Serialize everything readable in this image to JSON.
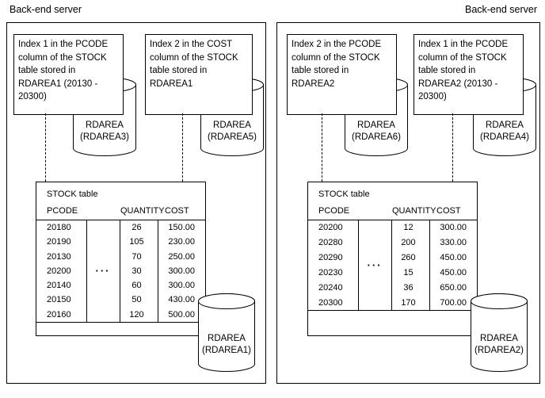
{
  "colors": {
    "line": "#000000",
    "background": "#ffffff"
  },
  "servers": [
    {
      "title": "Back-end server",
      "index_boxes": [
        {
          "text": "Index 1 in the PCODE\ncolumn of the STOCK\ntable stored in\nRDAREA1 (20130 -\n20300)"
        },
        {
          "text": "Index 2 in the COST\ncolumn of the STOCK\ntable stored in\nRDAREA1"
        }
      ],
      "index_rdareas": [
        {
          "label": "RDAREA\n(RDAREA3)"
        },
        {
          "label": "RDAREA\n(RDAREA5)"
        }
      ],
      "table": {
        "title": "STOCK table",
        "columns": [
          "PCODE",
          "QUANTITY",
          "COST"
        ],
        "ellipsis": "···",
        "rows": [
          {
            "pcode": "20180",
            "quantity": "26",
            "cost": "150.00"
          },
          {
            "pcode": "20190",
            "quantity": "105",
            "cost": "230.00"
          },
          {
            "pcode": "20130",
            "quantity": "70",
            "cost": "250.00"
          },
          {
            "pcode": "20200",
            "quantity": "30",
            "cost": "300.00"
          },
          {
            "pcode": "20140",
            "quantity": "60",
            "cost": "300.00"
          },
          {
            "pcode": "20150",
            "quantity": "50",
            "cost": "430.00"
          },
          {
            "pcode": "20160",
            "quantity": "120",
            "cost": "500.00"
          }
        ]
      },
      "table_rdarea": {
        "label": "RDAREA\n(RDAREA1)"
      }
    },
    {
      "title": "Back-end server",
      "index_boxes": [
        {
          "text": "Index 2 in the PCODE\ncolumn of the STOCK\ntable stored in\nRDAREA2"
        },
        {
          "text": "Index 1 in the PCODE\ncolumn of the STOCK\ntable stored in\nRDAREA2 (20130 -\n20300)"
        }
      ],
      "index_rdareas": [
        {
          "label": "RDAREA\n(RDAREA6)"
        },
        {
          "label": "RDAREA\n(RDAREA4)"
        }
      ],
      "table": {
        "title": "STOCK table",
        "columns": [
          "PCODE",
          "QUANTITY",
          "COST"
        ],
        "ellipsis": "···",
        "rows": [
          {
            "pcode": "20200",
            "quantity": "12",
            "cost": "300.00"
          },
          {
            "pcode": "20280",
            "quantity": "200",
            "cost": "330.00"
          },
          {
            "pcode": "20290",
            "quantity": "260",
            "cost": "450.00"
          },
          {
            "pcode": "20230",
            "quantity": "15",
            "cost": "450.00"
          },
          {
            "pcode": "20240",
            "quantity": "36",
            "cost": "650.00"
          },
          {
            "pcode": "20300",
            "quantity": "170",
            "cost": "700.00"
          }
        ]
      },
      "table_rdarea": {
        "label": "RDAREA\n(RDAREA2)"
      }
    }
  ]
}
